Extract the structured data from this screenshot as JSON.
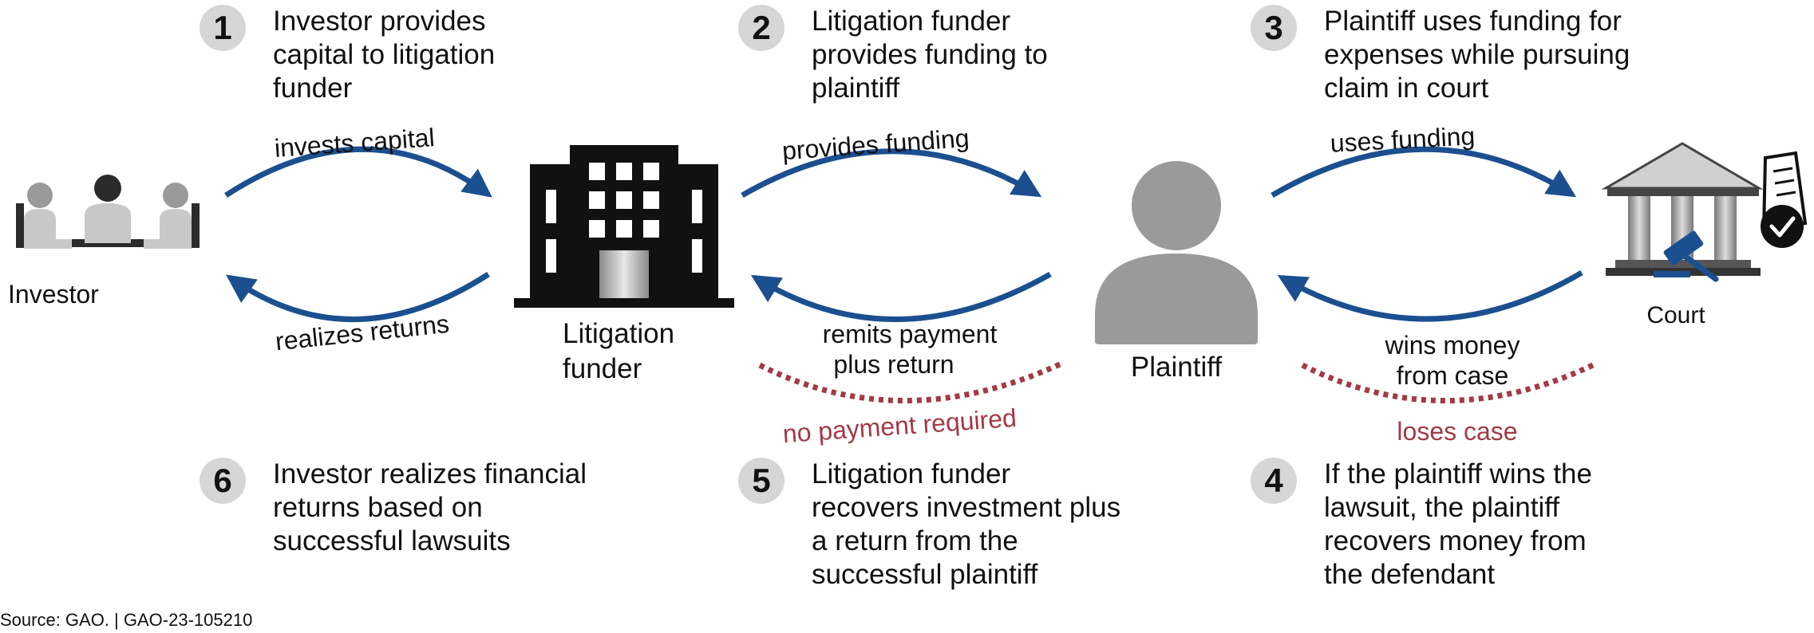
{
  "steps": [
    {
      "number": "1",
      "text": "Investor provides capital to litigation funder"
    },
    {
      "number": "2",
      "text": "Litigation funder provides funding to plaintiff"
    },
    {
      "number": "3",
      "text": "Plaintiff uses funding for expenses while pursuing claim in court"
    },
    {
      "number": "4",
      "text": "If the plaintiff wins the lawsuit, the plaintiff recovers money from the defendant"
    },
    {
      "number": "5",
      "text": "Litigation funder recovers investment plus a return from the successful plaintiff"
    },
    {
      "number": "6",
      "text": "Investor realizes financial returns based on successful lawsuits"
    }
  ],
  "actors": {
    "investor": "Investor",
    "funder_line1": "Litigation",
    "funder_line2": "funder",
    "plaintiff": "Plaintiff",
    "court": "Court"
  },
  "flows": {
    "invests": "invests capital",
    "realizes": "realizes returns",
    "provides": "provides funding",
    "remits_line1": "remits payment",
    "remits_line2": "plus return",
    "no_payment": "no payment required",
    "uses": "uses funding",
    "wins_line1": "wins money",
    "wins_line2": "from case",
    "loses": "loses case"
  },
  "colors": {
    "arrow": "#1b4f8f",
    "dotted": "#a33a45",
    "badge": "#d6d6d6",
    "icon_gray": "#9a9a9a"
  },
  "source": "Source: GAO.  |  GAO-23-105210"
}
